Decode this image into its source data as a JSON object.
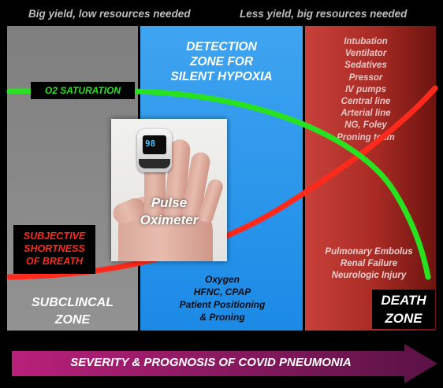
{
  "header": {
    "left": "Big yield, low resources needed",
    "right": "Less yield, big resources needed"
  },
  "zones": {
    "detection": {
      "title_lines": [
        "DETECTION",
        "ZONE FOR",
        "SILENT HYPOXIA"
      ]
    },
    "subclinical": {
      "label_lines": [
        "SUBCLINCAL",
        "ZONE"
      ]
    },
    "death": {
      "label_lines": [
        "DEATH",
        "ZONE"
      ],
      "interventions": [
        "Intubation",
        "Ventilator",
        "Sedatives",
        "Pressor",
        "IV pumps",
        "Central line",
        "Arterial line",
        "NG, Foley",
        "Proning team"
      ],
      "complications": [
        "Pulmonary Embolus",
        "Renal Failure",
        "Neurologic Injury"
      ]
    }
  },
  "oxygen_interventions": [
    "Oxygen",
    "HFNC, CPAP",
    "Patient Positioning",
    "& Proning"
  ],
  "curves": {
    "o2": {
      "label": "O2 SATURATION",
      "color": "#29e21f"
    },
    "sob": {
      "label_lines": [
        "SUBJECTIVE",
        "SHORTNESS",
        "OF BREATH"
      ],
      "color": "#ff2a1c"
    }
  },
  "photo": {
    "caption_lines": [
      "Pulse",
      "Oximeter"
    ],
    "device_reading": "98"
  },
  "arrow": {
    "label": "SEVERITY & PROGNOSIS OF COVID PNEUMONIA",
    "color_start": "#b8207a",
    "color_end": "#5a1245"
  },
  "colors": {
    "subclinical_zone": "#8a8a8a",
    "detection_zone": "#2a96ea",
    "death_zone": "#a82a24"
  }
}
